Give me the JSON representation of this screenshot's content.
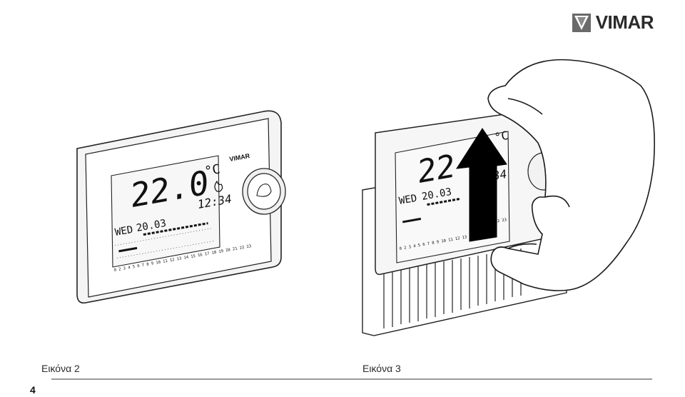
{
  "brand": {
    "name": "VIMAR"
  },
  "figure_left": {
    "caption": "Εικόνα 2",
    "device_brand": "VIMAR",
    "temperature": "22.0",
    "unit": "°C",
    "time": "12:34",
    "day": "WED",
    "date": "20.03",
    "hours_axis": "0 2 3 4 5 6 7 8 9 10 11 12 13 14 15 16 17 18 19 20 21 22 23"
  },
  "figure_right": {
    "caption": "Εικόνα 3",
    "temperature": "22",
    "unit": "°C",
    "time": "34",
    "day": "WED",
    "date": "20.03",
    "hours_axis": "0 2 3 4 5 6 7 8 9 10 11 12 13 14",
    "hours_axis_right": "22 23"
  },
  "page": {
    "number": "4"
  }
}
